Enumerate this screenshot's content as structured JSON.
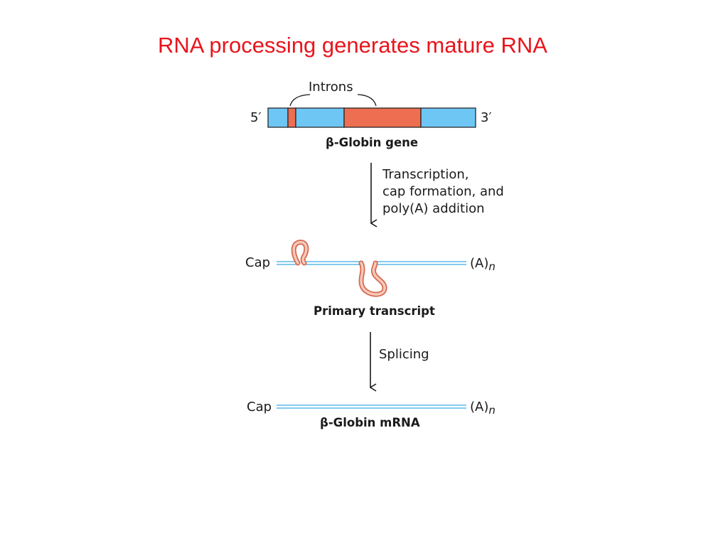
{
  "title": "RNA processing generates mature RNA",
  "colors": {
    "title": "#e8141c",
    "exon": "#6ec6f5",
    "intron": "#ee6e52",
    "intron_loop": "#f4a593",
    "rna_strand": "#5bb8ea",
    "text": "#1a1a1a"
  },
  "gene": {
    "introns_label": "Introns",
    "five_prime": "5′",
    "three_prime": "3′",
    "segments": [
      "exon",
      "intron",
      "exon",
      "intron",
      "exon"
    ],
    "label_greek": "β",
    "label_text": "-Globin gene"
  },
  "step1": {
    "line1": "Transcription,",
    "line2": "cap formation, and",
    "line3": "poly(A)  addition"
  },
  "primary": {
    "cap": "Cap",
    "tail": "(A)",
    "tail_sub": "n",
    "label": "Primary transcript"
  },
  "step2": {
    "label": "Splicing"
  },
  "mrna": {
    "cap": "Cap",
    "tail": "(A)",
    "tail_sub": "n",
    "label_greek": "β",
    "label_text": "-Globin mRNA"
  }
}
